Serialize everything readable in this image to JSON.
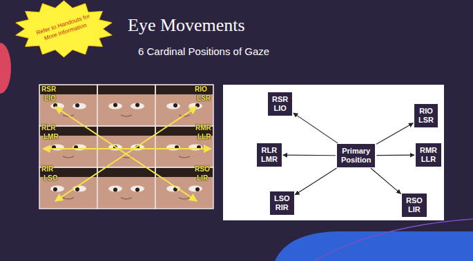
{
  "diagram": {
    "title": "Eye Movements",
    "nodes": [
      {
        "text": [
          "Refer to Handouts for More Information"
        ]
      },
      {
        "text": [
          "RSR LIO"
        ]
      },
      {
        "text": [
          "RIO LSR"
        ]
      },
      {
        "text": [
          "RLR LMR"
        ]
      },
      {
        "text": [
          "Primary Position"
        ]
      },
      {
        "text": [
          "RMR LLR"
        ]
      },
      {
        "text": [
          "LSO RIR"
        ]
      },
      {
        "text": [
          "RSO LIR"
        ]
      }
    ],
    "edges": [
      {
        "from": 4,
        "to": 1,
        "arrow": "to"
      },
      {
        "from": 4,
        "to": 2,
        "arrow": "to"
      },
      {
        "from": 4,
        "to": 3,
        "arrow": "to"
      },
      {
        "from": 4,
        "to": 5,
        "arrow": "to"
      },
      {
        "from": 4,
        "to": 6,
        "arrow": "to"
      },
      {
        "from": 4,
        "to": 7,
        "arrow": "to"
      }
    ],
    "labels": [
      "6 Cardinal Positions of Gaze",
      "RSR",
      "LIO",
      "RIO",
      "LSR",
      "RLR",
      "LMR",
      "RMR",
      "LLR",
      "RIR",
      "LSO",
      "RSO",
      "LIR"
    ]
  }
}
